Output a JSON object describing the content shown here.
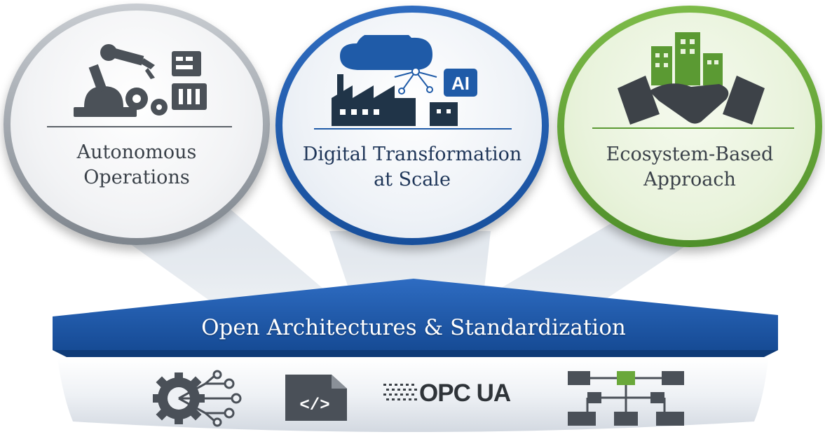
{
  "pillars": [
    {
      "label_lines": [
        "Autonomous",
        "Operations"
      ],
      "icon": "robot-arm-factory-icon",
      "accent": "#7e858d"
    },
    {
      "label_lines": [
        "Digital Transformation",
        "at Scale"
      ],
      "icon": "cloud-ai-factory-icon",
      "accent": "#1d5aa8"
    },
    {
      "label_lines": [
        "Ecosystem-Based",
        "Approach"
      ],
      "icon": "handshake-buildings-icon",
      "accent": "#5b9a33"
    }
  ],
  "foundation": {
    "title": "Open Architectures & Standardization",
    "color": "#1f5ba8",
    "icons": [
      {
        "name": "gear-network-icon"
      },
      {
        "name": "code-file-icon",
        "glyph": "</>"
      },
      {
        "name": "opc-ua-logo",
        "text": "OPC UA"
      },
      {
        "name": "hierarchy-diagram-icon",
        "accent": "#6aa83a"
      }
    ]
  }
}
